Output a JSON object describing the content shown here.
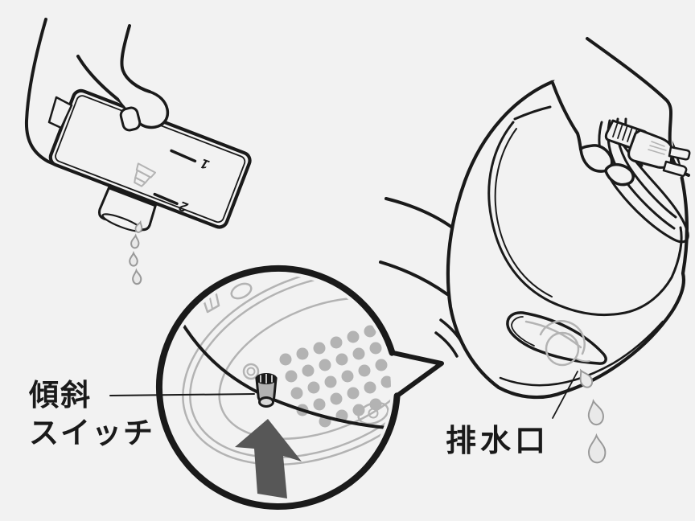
{
  "illustration": {
    "type": "appliance-manual-drain-instruction",
    "labels": {
      "tilt_switch_line1": "傾斜",
      "tilt_switch_line2": "スイッチ",
      "drain_port": "排水口"
    },
    "tank_marks": {
      "mark1": "1",
      "mark2": "2"
    },
    "colors": {
      "bg": "#f2f2f2",
      "line": "#1a1a1a",
      "gray": "#b3b3b3",
      "arrow": "#575757",
      "drop_fill": "#e9e9e9",
      "drop_stroke": "#999999",
      "sw_light": "#d9d9d9",
      "cap_dark": "#111111",
      "cap_ridge": "#8a8a8a"
    }
  }
}
